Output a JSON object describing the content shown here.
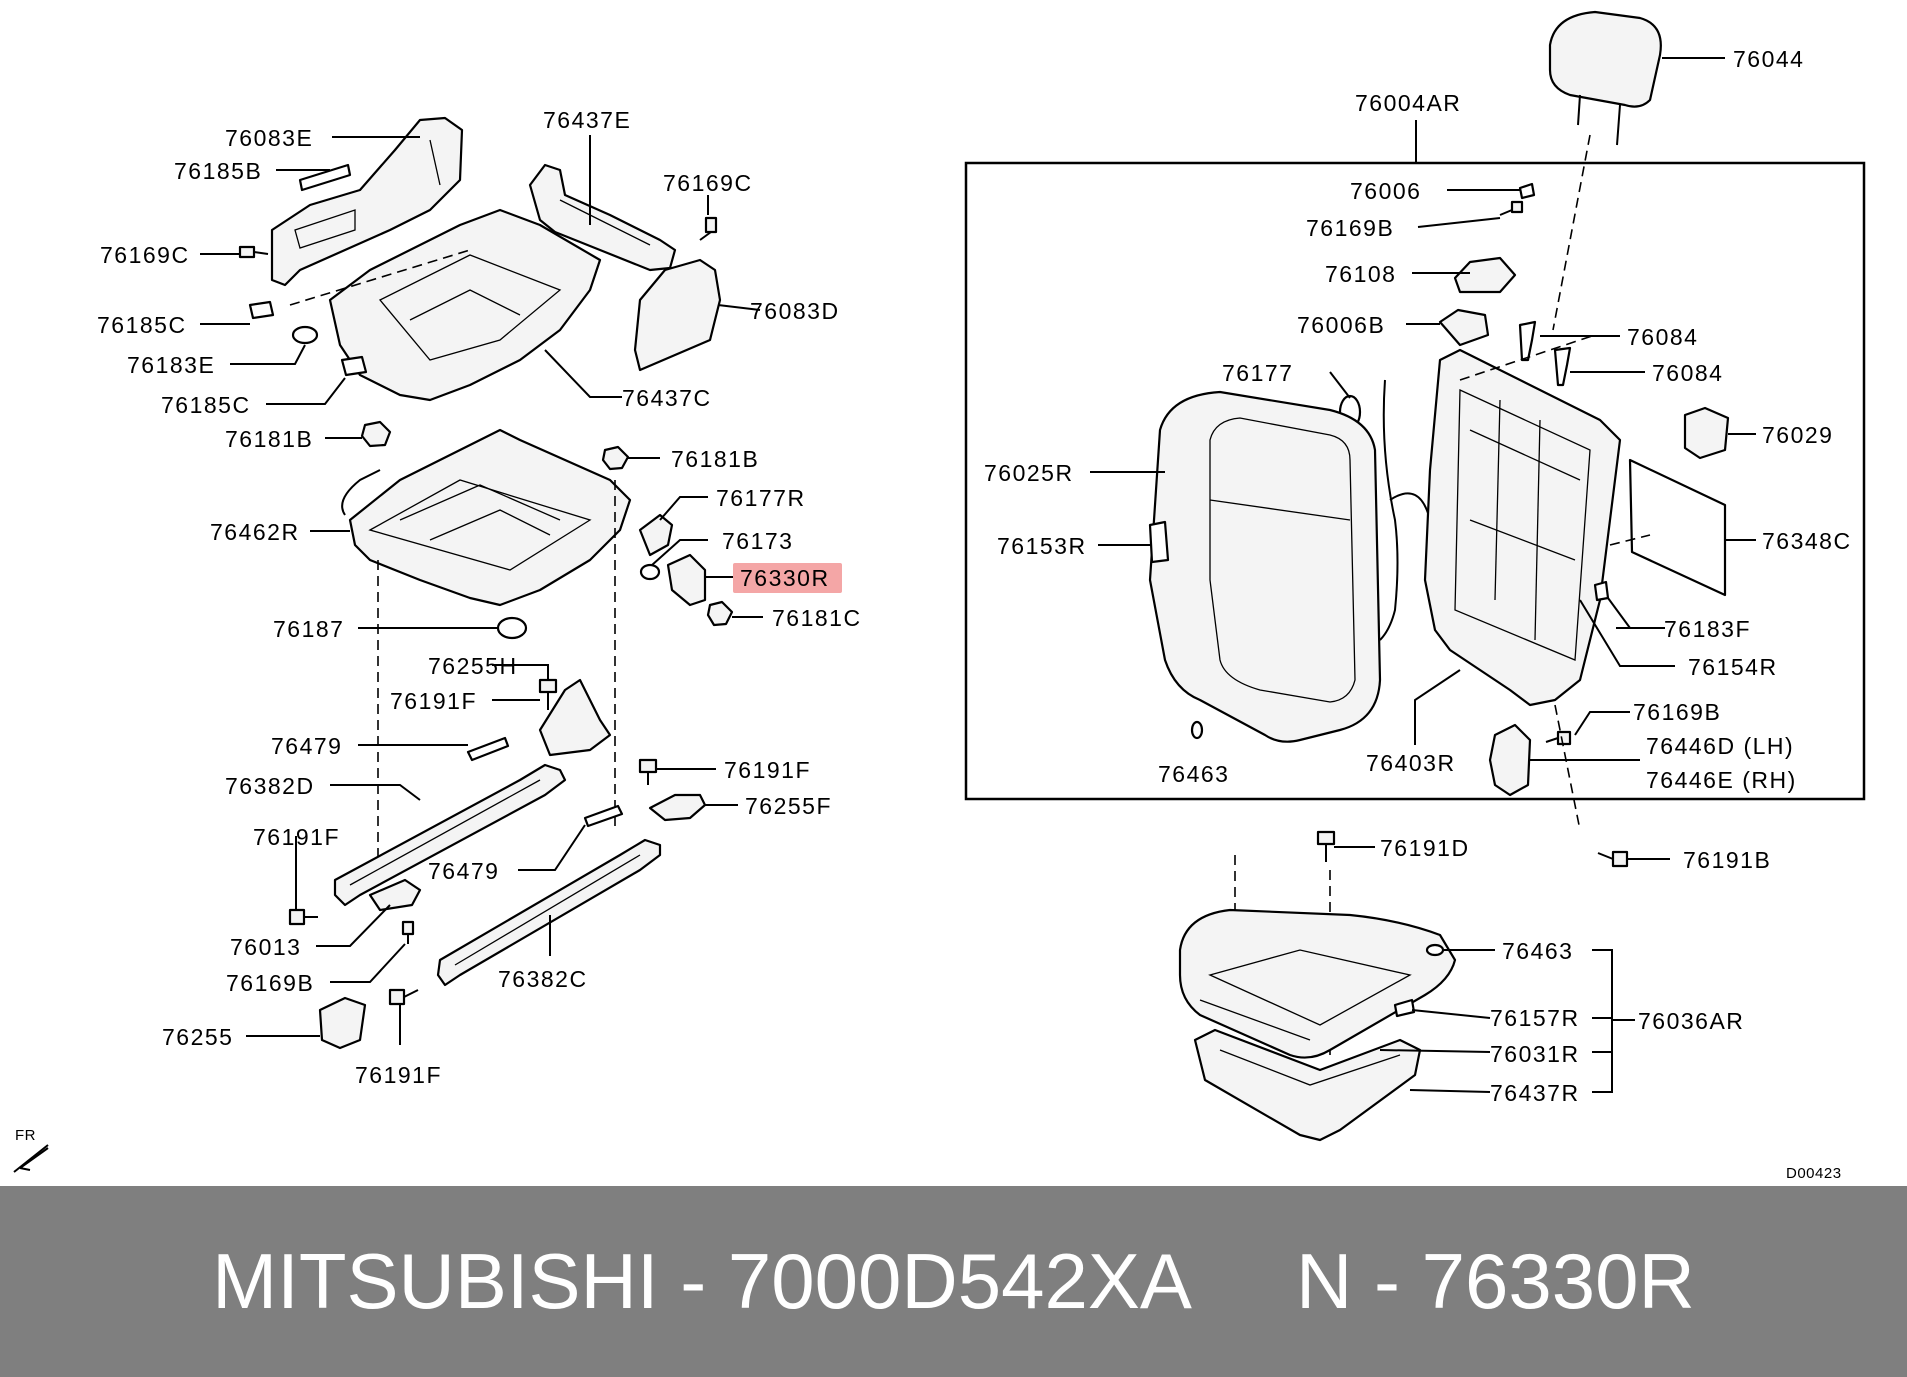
{
  "labels": {
    "l76083E": "76083E",
    "l76185B": "76185B",
    "l76169C_a": "76169C",
    "l76437E": "76437E",
    "l76169C_b": "76169C",
    "l76083D": "76083D",
    "l76185C_a": "76185C",
    "l76183E": "76183E",
    "l76185C_b": "76185C",
    "l76437C": "76437C",
    "l76181B_a": "76181B",
    "l76181B_b": "76181B",
    "l76177R": "76177R",
    "l76462R": "76462R",
    "l76173": "76173",
    "l76330R": "76330R",
    "l76181C": "76181C",
    "l76187": "76187",
    "l76255H": "76255H",
    "l76191F_a": "76191F",
    "l76479_a": "76479",
    "l76191F_b": "76191F",
    "l76382D": "76382D",
    "l76255F": "76255F",
    "l76191F_c": "76191F",
    "l76479_b": "76479",
    "l76013": "76013",
    "l76169B_a": "76169B",
    "l76382C": "76382C",
    "l76255": "76255",
    "l76191F_d": "76191F",
    "fr": "FR",
    "l76044": "76044",
    "l76004AR": "76004AR",
    "l76006": "76006",
    "l76169B_b": "76169B",
    "l76108": "76108",
    "l76006B": "76006B",
    "l76084_a": "76084",
    "l76084_b": "76084",
    "l76177": "76177",
    "l76029": "76029",
    "l76025R": "76025R",
    "l76348C": "76348C",
    "l76153R": "76153R",
    "l76183F": "76183F",
    "l76154R": "76154R",
    "l76169B_c": "76169B",
    "l76446D": "76446D (LH)",
    "l76446E": "76446E (RH)",
    "l76463_a": "76463",
    "l76403R": "76403R",
    "l76191D": "76191D",
    "l76191B": "76191B",
    "l76463_b": "76463",
    "l76157R": "76157R",
    "l76036AR": "76036AR",
    "l76031R": "76031R",
    "l76437R": "76437R",
    "code": "D00423"
  },
  "highlight_color": "#f4a6a6",
  "footer": {
    "text": "MITSUBISHI - 7000D542XA     N - 76330R"
  }
}
